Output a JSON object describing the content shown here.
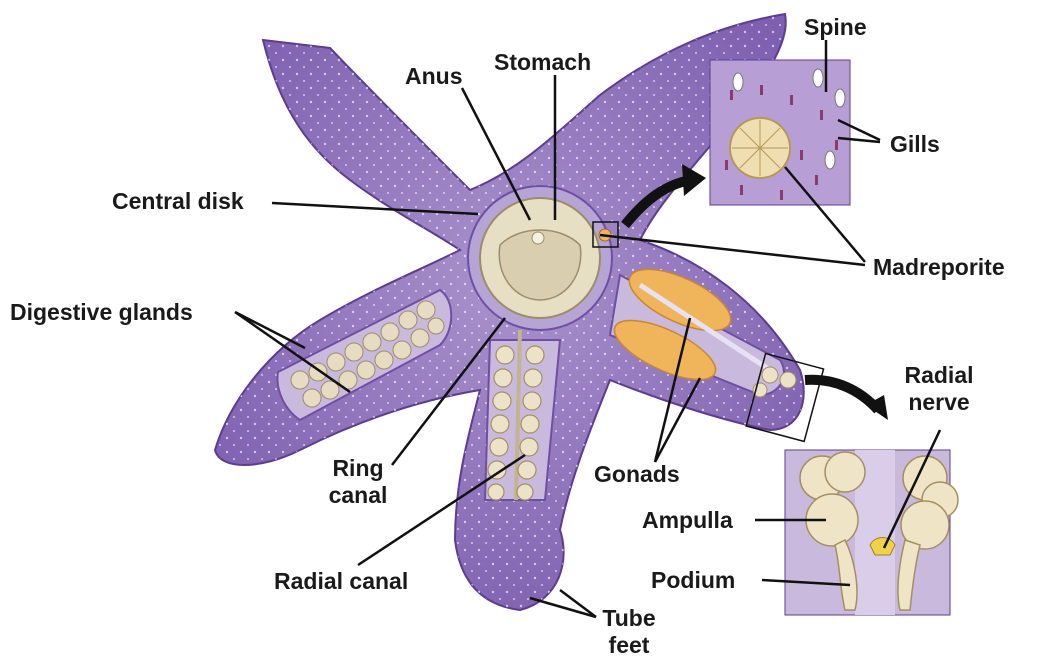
{
  "colors": {
    "body": "#8e72b8",
    "body_light": "#a993cc",
    "body_dark": "#6f4fa3",
    "cream": "#ece2c8",
    "gonad": "#f0b45a",
    "line": "#111111"
  },
  "labels": {
    "spine": "Spine",
    "anus": "Anus",
    "stomach": "Stomach",
    "gills": "Gills",
    "central_disk": "Central disk",
    "madreporite": "Madreporite",
    "digestive_glands": "Digestive glands",
    "radial_nerve_1": "Radial",
    "radial_nerve_2": "nerve",
    "ring_canal_1": "Ring",
    "ring_canal_2": "canal",
    "gonads": "Gonads",
    "ampulla": "Ampulla",
    "podium": "Podium",
    "radial_canal": "Radial canal",
    "tube_feet_1": "Tube",
    "tube_feet_2": "feet"
  }
}
